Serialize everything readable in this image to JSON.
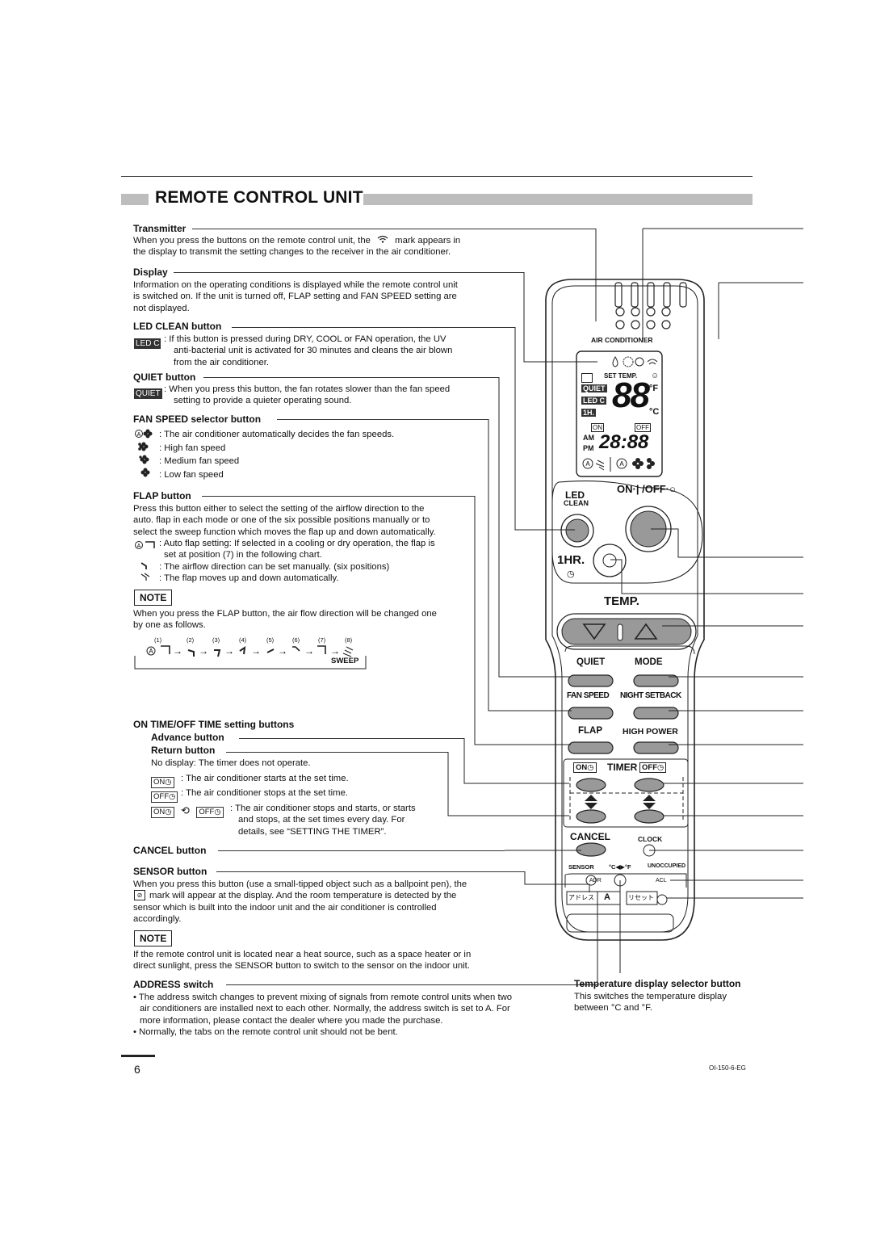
{
  "title": "REMOTE CONTROL UNIT",
  "sections": {
    "transmitter": {
      "heading": "Transmitter",
      "text_before": "When you press the buttons on the remote control unit, the",
      "text_after": "mark appears in",
      "text2": "the display to transmit the setting changes to the receiver in the air conditioner."
    },
    "display": {
      "heading": "Display",
      "lines": [
        "Information on the operating conditions is displayed while the remote control unit",
        "is switched on. If the unit is turned off, FLAP setting and FAN SPEED setting are",
        "not displayed."
      ]
    },
    "led_clean": {
      "heading": "LED CLEAN button",
      "badge": "LED C",
      "lines": [
        ": If this button is pressed during DRY, COOL or FAN operation, the UV",
        "anti-bacterial unit is activated for 30 minutes and cleans the air blown",
        "from the air conditioner."
      ]
    },
    "quiet": {
      "heading": "QUIET button",
      "badge": "QUIET",
      "lines": [
        ": When you press this button, the fan rotates slower than the fan speed",
        "setting to provide a quieter operating sound."
      ]
    },
    "fan_speed": {
      "heading": "FAN SPEED selector button",
      "items": [
        ": The air conditioner automatically decides the fan speeds.",
        ": High fan speed",
        ": Medium fan speed",
        ": Low fan speed"
      ]
    },
    "flap": {
      "heading": "FLAP button",
      "lines": [
        "Press this button either to select the setting of the airflow direction to the",
        "auto. flap in each mode or one of the six possible positions manually or to",
        "select the sweep function which moves the flap up and down automatically."
      ],
      "items": [
        ": Auto flap setting: If selected in a cooling or dry operation, the flap is",
        "set at position (7) in the following chart.",
        ": The airflow direction can be set manually. (six positions)",
        ": The flap moves up and down automatically."
      ]
    },
    "note1": {
      "label": "NOTE",
      "lines": [
        "When you press the FLAP button, the air flow direction will be changed one",
        "by one as follows."
      ],
      "positions": [
        "(1)",
        "(2)",
        "(3)",
        "(4)",
        "(5)",
        "(6)",
        "(7)",
        "(8)"
      ],
      "sweep": "SWEEP"
    },
    "timer": {
      "heading": "ON TIME/OFF TIME setting buttons",
      "advance": "Advance button",
      "return": "Return button",
      "no_display": "No display: The timer does not operate.",
      "on_badge": "ON",
      "off_badge": "OFF",
      "on_text": ": The air conditioner starts at the set time.",
      "off_text": ": The air conditioner stops at the set time.",
      "both_lines": [
        ": The air conditioner stops and starts, or starts",
        "and stops, at the set times every day. For",
        "details, see “SETTING THE TIMER”."
      ]
    },
    "cancel": {
      "heading": "CANCEL button"
    },
    "sensor": {
      "heading": "SENSOR button",
      "lines": [
        "When you press this button (use a small-tipped object such as a ballpoint pen), the",
        "mark will appear at the display. And the room temperature is detected by the",
        "sensor which is built into the indoor unit and the air conditioner is controlled",
        "accordingly."
      ]
    },
    "note2": {
      "label": "NOTE",
      "lines": [
        "If the remote control unit is located near a heat source, such as a space heater or in",
        "direct sunlight, press the SENSOR button to switch to the sensor on the indoor unit."
      ]
    },
    "address": {
      "heading": "ADDRESS switch",
      "bullets": [
        "The address switch changes to prevent mixing of signals from remote control units when two",
        "air conditioners are installed next to each other. Normally, the address switch is set to A. For",
        "more information, please contact the dealer where you made the purchase.",
        "Normally, the tabs on the remote control unit should not be bent."
      ]
    },
    "temp_selector": {
      "heading": "Temperature display selector button",
      "lines": [
        "This switches the temperature display",
        "between °C and °F."
      ]
    }
  },
  "remote": {
    "air_conditioner": "AIR CONDITIONER",
    "set_temp": "SET TEMP.",
    "lcd_quiet": "QUIET",
    "lcd_led": "LED C",
    "lcd_1h": "1H.",
    "deg_f": "°F",
    "deg_c": "°C",
    "am": "AM",
    "pm": "PM",
    "lcd_on": "ON",
    "lcd_off": "OFF",
    "lcd_digits_temp": "88",
    "lcd_digits_time": "28:88",
    "led": "LED",
    "clean": "CLEAN",
    "on_off": "ON·| /OFF·○",
    "one_hr": "1HR.",
    "temp": "TEMP.",
    "quiet": "QUIET",
    "mode": "MODE",
    "fan_speed": "FAN SPEED",
    "night_setback": "NIGHT SETBACK",
    "flap": "FLAP",
    "high_power": "HIGH POWER",
    "timer_on": "ON",
    "timer": "TIMER",
    "timer_off": "OFF",
    "cancel": "CANCEL",
    "clock": "CLOCK",
    "sensor": "SENSOR",
    "cf": "°C◀▶°F",
    "unoccupied": "UNOCCUPIED",
    "adr": "ADR",
    "acl": "ACL",
    "address_jp": "アドレス",
    "address_val": "A",
    "reset_jp": "リセット"
  },
  "footer": {
    "page_number": "6",
    "doc_code": "OI-150-6-EG"
  }
}
